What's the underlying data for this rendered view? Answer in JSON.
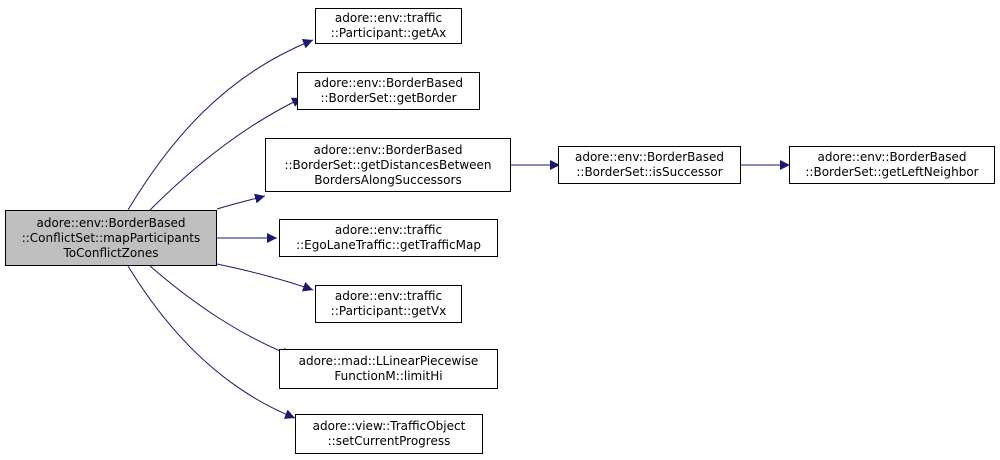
{
  "colors": {
    "edge": "#191970",
    "node_border": "#000000",
    "node_fill": "#ffffff",
    "root_fill": "#bfbfbf"
  },
  "nodes": {
    "root": {
      "lines": [
        "adore::env::BorderBased",
        "::ConflictSet::mapParticipants",
        "ToConflictZones"
      ]
    },
    "getAx": {
      "lines": [
        "adore::env::traffic",
        "::Participant::getAx"
      ]
    },
    "getBorder": {
      "lines": [
        "adore::env::BorderBased",
        "::BorderSet::getBorder"
      ]
    },
    "getDistances": {
      "lines": [
        "adore::env::BorderBased",
        "::BorderSet::getDistancesBetween",
        "BordersAlongSuccessors"
      ]
    },
    "isSuccessor": {
      "lines": [
        "adore::env::BorderBased",
        "::BorderSet::isSuccessor"
      ]
    },
    "getLeftNeighbor": {
      "lines": [
        "adore::env::BorderBased",
        "::BorderSet::getLeftNeighbor"
      ]
    },
    "getTrafficMap": {
      "lines": [
        "adore::env::traffic",
        "::EgoLaneTraffic::getTrafficMap"
      ]
    },
    "getVx": {
      "lines": [
        "adore::env::traffic",
        "::Participant::getVx"
      ]
    },
    "limitHi": {
      "lines": [
        "adore::mad::LLinearPiecewise",
        "FunctionM::limitHi"
      ]
    },
    "setCurrentProgress": {
      "lines": [
        "adore::view::TrafficObject",
        "::setCurrentProgress"
      ]
    }
  },
  "edges": [
    {
      "from": "root",
      "to": "getAx"
    },
    {
      "from": "root",
      "to": "getBorder"
    },
    {
      "from": "root",
      "to": "getDistances"
    },
    {
      "from": "root",
      "to": "getTrafficMap"
    },
    {
      "from": "root",
      "to": "getVx"
    },
    {
      "from": "root",
      "to": "limitHi"
    },
    {
      "from": "root",
      "to": "setCurrentProgress"
    },
    {
      "from": "getDistances",
      "to": "isSuccessor"
    },
    {
      "from": "isSuccessor",
      "to": "getLeftNeighbor"
    }
  ]
}
